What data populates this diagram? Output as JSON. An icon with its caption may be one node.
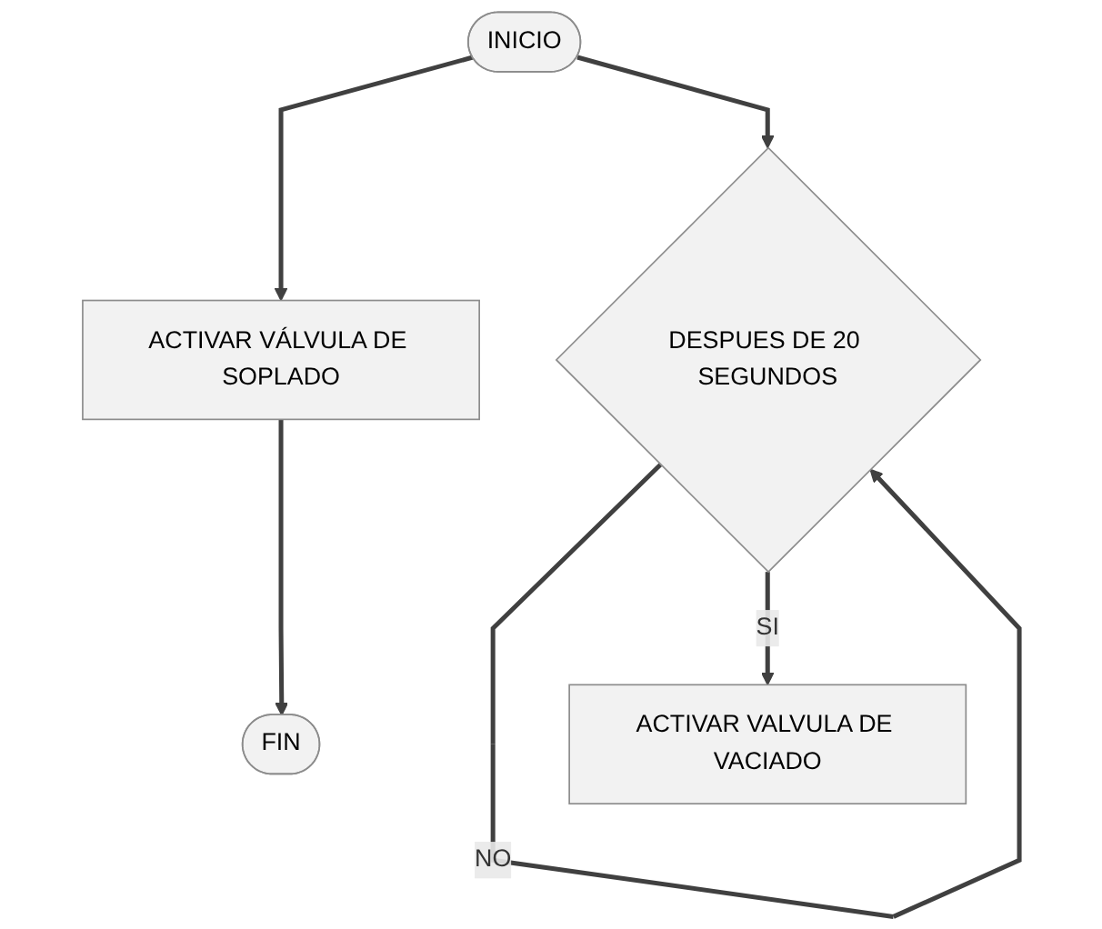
{
  "diagram": {
    "nodes": [
      {
        "text": [
          "INICIO"
        ]
      },
      {
        "text": [
          "ACTIVAR VÁLVULA DE SOPLADO"
        ]
      },
      {
        "text": [
          "DESPUES DE 20 SEGUNDOS"
        ]
      },
      {
        "text": [
          "ACTIVAR VALVULA DE VACIADO"
        ]
      },
      {
        "text": [
          "FIN"
        ]
      }
    ],
    "edges": [
      {
        "from": 0,
        "to": 1,
        "arrow": "to"
      },
      {
        "from": 0,
        "to": 2,
        "arrow": "to"
      },
      {
        "from": 2,
        "to": 2,
        "arrow": "to",
        "label": "NO"
      },
      {
        "from": 2,
        "to": 3,
        "arrow": "to",
        "label": "SI"
      },
      {
        "from": 1,
        "to": 4,
        "arrow": "to"
      }
    ]
  }
}
